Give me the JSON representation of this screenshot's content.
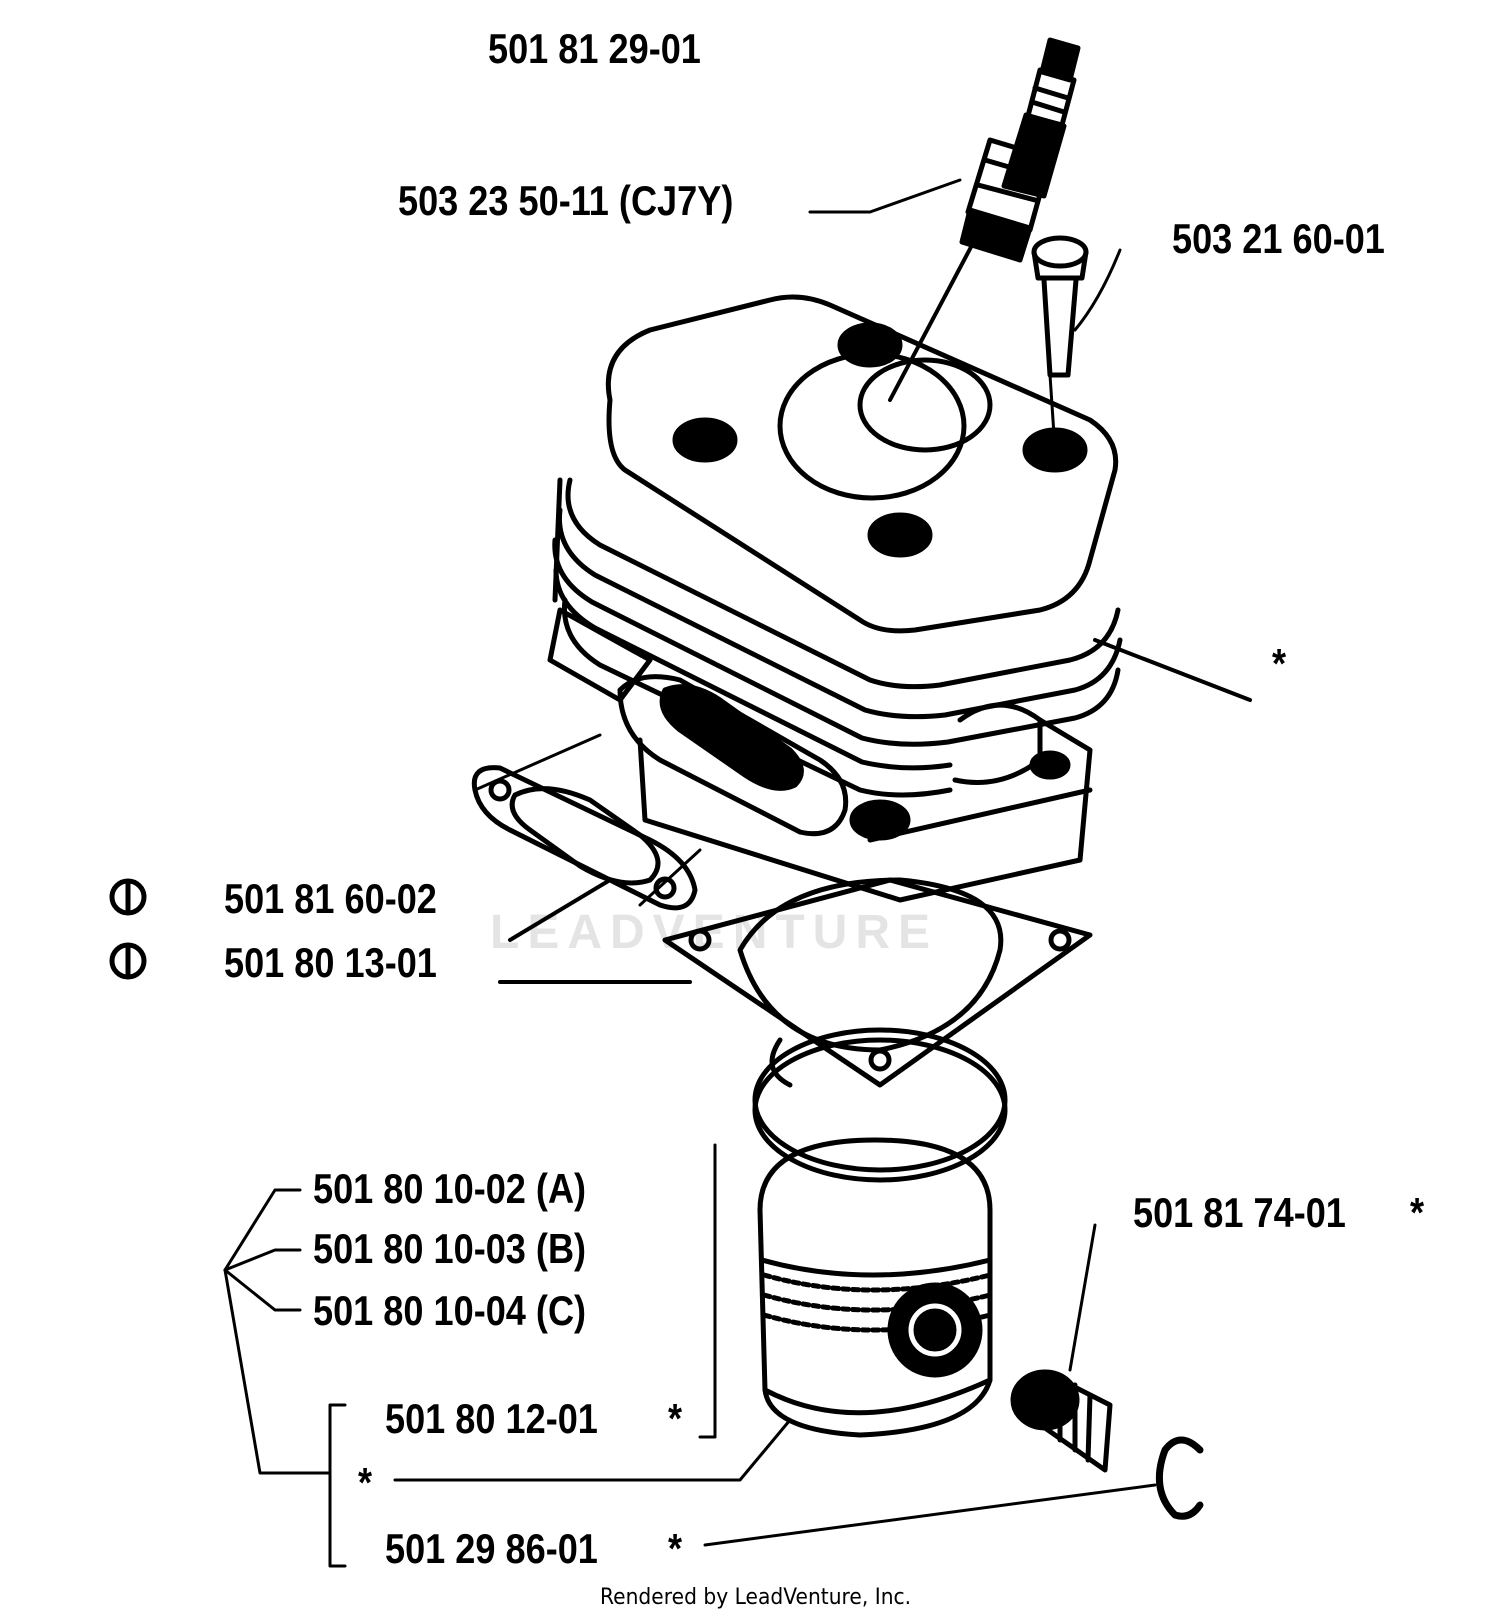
{
  "labels": {
    "top_part": "501 81 29-01",
    "spark_plug": "503 23 50-11 (CJ7Y)",
    "screw": "503 21 60-01",
    "cylinder_star": "*",
    "gasket_1": "501 81 60-02",
    "gasket_2": "501 80 13-01",
    "piston_a": "501 80 10-02 (A)",
    "piston_b": "501 80 10-03 (B)",
    "piston_c": "501 80 10-04 (C)",
    "ring": "501 80 12-01",
    "ring_star": "*",
    "group_star": "*",
    "circlip": "501 29 86-01",
    "circlip_star": "*",
    "bearing": "501 81 74-01",
    "bearing_star": "*"
  },
  "symbols": {
    "gasket_icon_1": "circle-line-symbol",
    "gasket_icon_2": "circle-line-symbol"
  },
  "watermark": "LEADVENTURE",
  "footer": "Rendered by LeadVenture, Inc."
}
